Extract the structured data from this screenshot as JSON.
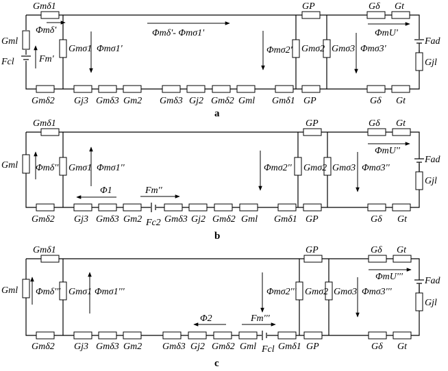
{
  "panels": [
    {
      "caption": "a",
      "left_branch": {
        "resistor": "Gml",
        "flux": "Φmδ'",
        "source": "Fcl",
        "mmf": "Fm'"
      },
      "top_resistors": [
        "Gmδ1",
        "GP",
        "Gδ",
        "Gt"
      ],
      "bottom_resistors": [
        "Gmδ2",
        "Gj3",
        "Gmδ3",
        "Gm2",
        "Gmδ3",
        "Gj2",
        "Gmδ2",
        "Gml",
        "Gmδ1",
        "GP",
        "Gδ",
        "Gt"
      ],
      "shunts": [
        "Gmσ1",
        "Gmσ2",
        "Gmσ3"
      ],
      "fluxes": [
        "Φmσ1'",
        "Φmδ'- Φmσ1'",
        "Φmσ2'",
        "Φmσ3'",
        "ΦmU'"
      ],
      "right_branch": {
        "source": "Fad",
        "resistor": "Gjl"
      }
    },
    {
      "caption": "b",
      "left_branch": {
        "resistor": "Gml",
        "flux": "Φmδ''"
      },
      "top_resistors": [
        "Gmδ1",
        "GP",
        "Gδ",
        "Gt"
      ],
      "bottom_resistors": [
        "Gmδ2",
        "Gj3",
        "Gmδ3",
        "Gm2",
        "Gmδ3",
        "Gj2",
        "Gmδ2",
        "Gml",
        "Gmδ1",
        "GP",
        "Gδ",
        "Gt"
      ],
      "shunts": [
        "Gmσ1",
        "Gmσ2",
        "Gmσ3"
      ],
      "fluxes": [
        "Φmσ1''",
        "Φmσ2''",
        "Φmσ3''",
        "ΦmU''",
        "Φ1"
      ],
      "mmf": "Fm''",
      "bottom_source": "Fc2",
      "right_branch": {
        "source": "Fad",
        "resistor": "Gjl"
      }
    },
    {
      "caption": "c",
      "left_branch": {
        "resistor": "Gml",
        "flux": "Φmδ'''"
      },
      "top_resistors": [
        "Gmδ1",
        "GP",
        "Gδ",
        "Gt"
      ],
      "bottom_resistors": [
        "Gmδ2",
        "Gj3",
        "Gmδ3",
        "Gm2",
        "Gmδ3",
        "Gj2",
        "Gmδ2",
        "Gml",
        "Gmδ1",
        "GP",
        "Gδ",
        "Gt"
      ],
      "shunts": [
        "Gmσ1",
        "Gmσ2",
        "Gmσ3"
      ],
      "fluxes": [
        "Φmσ1'''",
        "Φmσ2'''",
        "Φmσ3'''",
        "ΦmU'''",
        "Φ2"
      ],
      "mmf": "Fm'''",
      "bottom_source": "Fcl",
      "right_branch": {
        "source": "Fad",
        "resistor": "Gjl"
      }
    }
  ]
}
